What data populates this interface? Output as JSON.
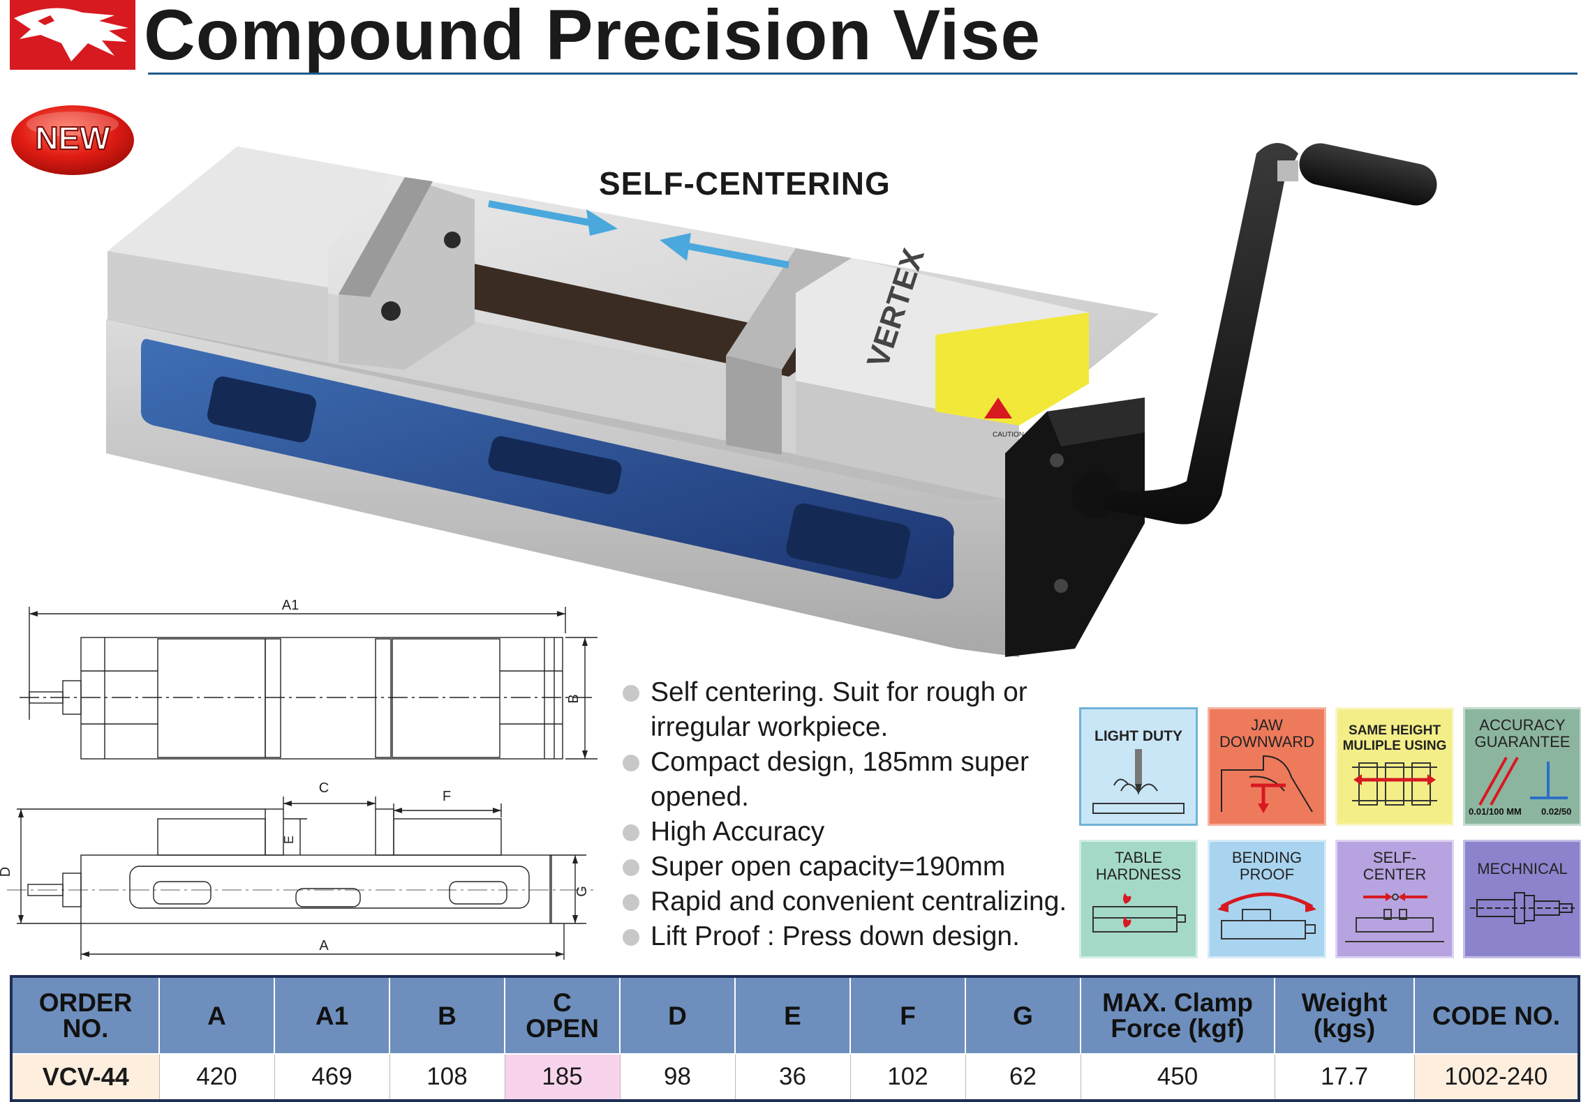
{
  "header": {
    "title": "Compound Precision Vise",
    "badge": "NEW",
    "brand_color": "#d71920",
    "rule_color": "#1f5a8a"
  },
  "product": {
    "direction_label": "SELF-CENTERING",
    "jaw_brand": "VERTEX",
    "warning_label": "CAUTION"
  },
  "drawings": {
    "top_view": {
      "dim_a1": "A1",
      "dim_b": "B"
    },
    "side_view": {
      "dim_c": "C",
      "dim_f": "F",
      "dim_e": "E",
      "dim_d": "D",
      "dim_g": "G",
      "dim_a": "A"
    }
  },
  "features": [
    "Self centering. Suit for rough or irregular workpiece.",
    "Compact design, 185mm super opened.",
    "High Accuracy",
    "Super open capacity=190mm",
    "Rapid and convenient centralizing.",
    "Lift Proof : Press down design."
  ],
  "icons": [
    {
      "label_line1": "LIGHT DUTY",
      "label_line2": "",
      "icon": "light-duty-icon",
      "color": "#c9e6f6"
    },
    {
      "label_line1": "JAW",
      "label_line2": "DOWNWARD",
      "icon": "jaw-downward-icon",
      "color": "#ee7a5c"
    },
    {
      "label_line1": "SAME HEIGHT",
      "label_line2": "MULIPLE USING",
      "icon": "same-height-icon",
      "color": "#f3ee88"
    },
    {
      "label_line1": "ACCURACY",
      "label_line2": "GUARANTEE",
      "icon": "accuracy-guarantee-icon",
      "color": "#8cb59f",
      "sub_left": "0.01/100 MM",
      "sub_right": "0.02/50"
    },
    {
      "label_line1": "TABLE",
      "label_line2": "HARDNESS",
      "icon": "table-hardness-icon",
      "color": "#a4d9c8"
    },
    {
      "label_line1": "BENDING",
      "label_line2": "PROOF",
      "icon": "bending-proof-icon",
      "color": "#a9d4f0"
    },
    {
      "label_line1": "SELF-",
      "label_line2": "CENTER",
      "icon": "self-center-icon",
      "color": "#b7a3e0"
    },
    {
      "label_line1": "MECHNICAL",
      "label_line2": "",
      "icon": "mechnical-icon",
      "color": "#8b83cc"
    }
  ],
  "spec_table": {
    "headers": [
      {
        "line1": "ORDER",
        "line2": "NO."
      },
      {
        "line1": "A",
        "line2": ""
      },
      {
        "line1": "A1",
        "line2": ""
      },
      {
        "line1": "B",
        "line2": ""
      },
      {
        "line1": "C",
        "line2": "OPEN"
      },
      {
        "line1": "D",
        "line2": ""
      },
      {
        "line1": "E",
        "line2": ""
      },
      {
        "line1": "F",
        "line2": ""
      },
      {
        "line1": "G",
        "line2": ""
      },
      {
        "line1": "MAX. Clamp",
        "line2": "Force (kgf)"
      },
      {
        "line1": "Weight",
        "line2": "(kgs)"
      },
      {
        "line1": "CODE NO.",
        "line2": ""
      }
    ],
    "rows": [
      [
        "VCV-44",
        "420",
        "469",
        "108",
        "185",
        "98",
        "36",
        "102",
        "62",
        "450",
        "17.7",
        "1002-240"
      ]
    ]
  }
}
